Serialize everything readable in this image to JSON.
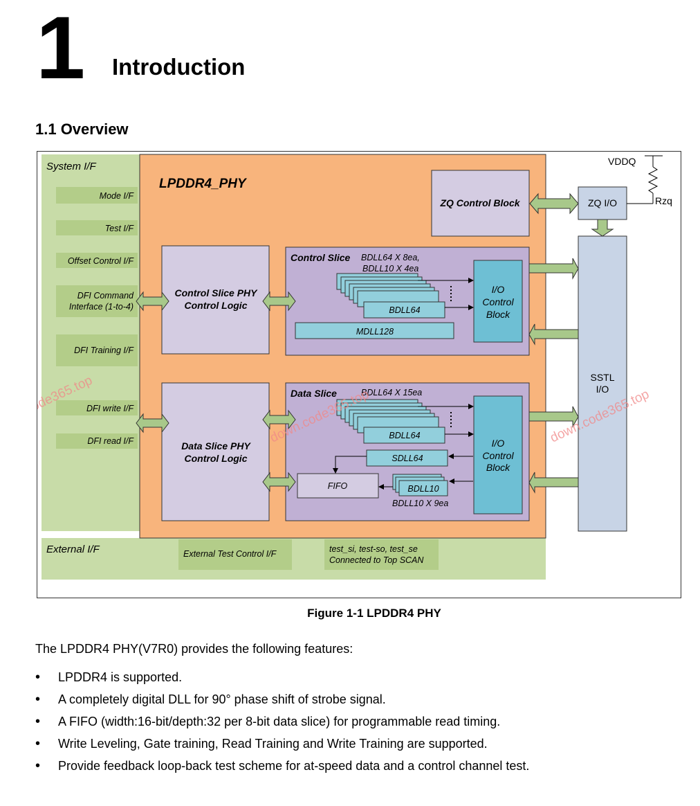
{
  "chapter": {
    "number": "1",
    "title": "Introduction"
  },
  "section": {
    "title": "1.1 Overview"
  },
  "diagram": {
    "system_if": "System I/F",
    "sys_items": [
      "Mode I/F",
      "Test I/F",
      "Offset Control I/F",
      "DFI Command",
      "Interface (1-to-4)",
      "DFI Training I/F",
      "DFI write I/F",
      "DFI read I/F"
    ],
    "phy_title": "LPDDR4_PHY",
    "zq_control_block": "ZQ Control Block",
    "zq_io": "ZQ I/O",
    "vddq": "VDDQ",
    "rzq": "Rzq",
    "control_logic_1": "Control Slice PHY",
    "control_logic_2": "Control Logic",
    "data_logic_1": "Data Slice PHY",
    "data_logic_2": "Control Logic",
    "control_slice_title": "Control Slice",
    "control_slice_note_1": "BDLL64 X 8ea,",
    "control_slice_note_2": "BDLL10 X 4ea",
    "bdll64": "BDLL64",
    "bdll64_partial": "BDLL64",
    "mdll128": "MDLL128",
    "io_control_1": "I/O",
    "io_control_2": "Control",
    "io_control_3": "Block",
    "data_slice_title": "Data Slice",
    "data_slice_note": "BDLL64 X 15ea",
    "sdll64": "SDLL64",
    "fifo": "FIFO",
    "bdll10": "BDLL10",
    "bdll10_note": "BDLL10 X 9ea",
    "sstl_1": "SSTL",
    "sstl_2": "I/O",
    "external_if": "External I/F",
    "external_test": "External Test Control I/F",
    "scan_1": "test_si, test-so, test_se",
    "scan_2": "Connected to Top SCAN",
    "watermark": "down.code365.top"
  },
  "figure_caption": "Figure 1-1 LPDDR4 PHY",
  "intro_text": "The LPDDR4 PHY(V7R0) provides the following features:",
  "features": [
    "LPDDR4 is supported.",
    "A completely digital DLL for 90° phase shift of strobe signal.",
    "A FIFO (width:16-bit/depth:32 per 8-bit data slice) for programmable read timing.",
    "Write Leveling, Gate training, Read Training and Write Training are supported.",
    "Provide feedback loop-back test scheme for at-speed data and a control channel test."
  ]
}
